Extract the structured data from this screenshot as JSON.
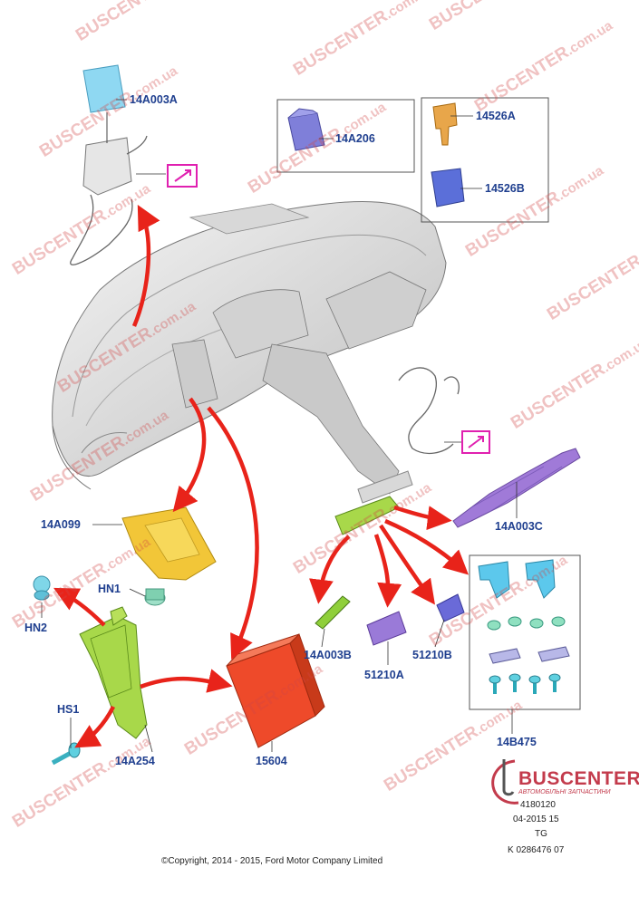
{
  "diagram": {
    "part_labels": {
      "p14A003A": "14A003A",
      "p14A206": "14A206",
      "p14526A": "14526A",
      "p14526B": "14526B",
      "p14A099": "14A099",
      "p14A003C": "14A003C",
      "pHN1": "HN1",
      "pHN2": "HN2",
      "pHS1": "HS1",
      "p14A003B": "14A003B",
      "p51210A": "51210A",
      "p51210B": "51210B",
      "p14B475": "14B475",
      "p14A254": "14A254",
      "p15604": "15604"
    },
    "colors": {
      "label": "#1f3f8f",
      "arrow": "#e8231a",
      "link_icon": "#e020b0",
      "yellow_part": "#f2c638",
      "green_part": "#8fcf3a",
      "cyan_part": "#4cc3e8",
      "purple_part": "#8a6ad8",
      "blue_part": "#5b6fd9",
      "red_module": "#ee4a2a",
      "watermark": "#d24646"
    }
  },
  "watermark": {
    "brand": "BUSCENTER",
    "domain": ".com.ua"
  },
  "doc_info": {
    "line1": "4180120",
    "line2": "04-2015 15",
    "line3": "TG",
    "line4": "K 0286476 07"
  },
  "copyright": "©Copyright, 2014 - 2015, Ford Motor Company Limited",
  "logo": {
    "name": "BUSCENTER",
    "tagline": "АВТОМОБІЛЬНІ ЗАПЧАСТИНИ"
  }
}
